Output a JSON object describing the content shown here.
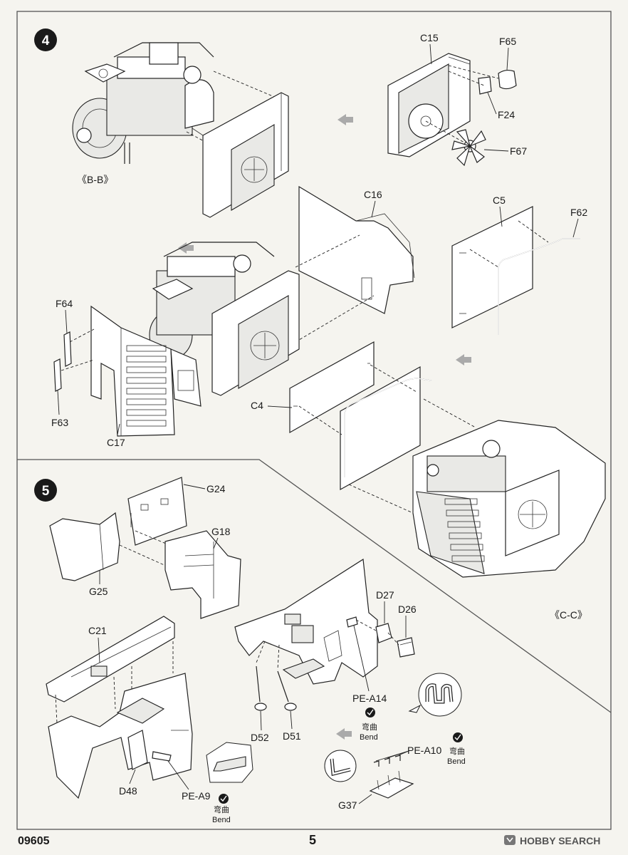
{
  "steps": {
    "step4": {
      "number": "4",
      "labels": {
        "c15": "C15",
        "f65": "F65",
        "f24": "F24",
        "f67": "F67",
        "c16": "C16",
        "c5": "C5",
        "f62": "F62",
        "f64": "F64",
        "f63": "F63",
        "c17": "C17",
        "c4": "C4"
      },
      "view_ref": "《B-B》"
    },
    "step5": {
      "number": "5",
      "labels": {
        "g24": "G24",
        "g18": "G18",
        "g25": "G25",
        "c21": "C21",
        "d27": "D27",
        "d26": "D26",
        "pe_a14": "PE-A14",
        "d52": "D52",
        "d51": "D51",
        "pe_a10": "PE-A10",
        "d48": "D48",
        "pe_a9": "PE-A9",
        "g37": "G37"
      },
      "view_ref": "《C-C》",
      "bend_notes": {
        "pe_a14_cn": "弯曲",
        "pe_a14_en": "Bend",
        "pe_a10_cn": "弯曲",
        "pe_a10_en": "Bend",
        "pe_a9_cn": "弯曲",
        "pe_a9_en": "Bend"
      }
    }
  },
  "footer": {
    "kit_code": "09605",
    "page_number": "5",
    "watermark": "HOBBY SEARCH"
  },
  "icons": {
    "step_badge": "step-number-circle",
    "assembly_arrow": "direction-arrow-icon",
    "bend": "bend-instruction-icon",
    "logo": "hobby-search-logo-icon"
  }
}
